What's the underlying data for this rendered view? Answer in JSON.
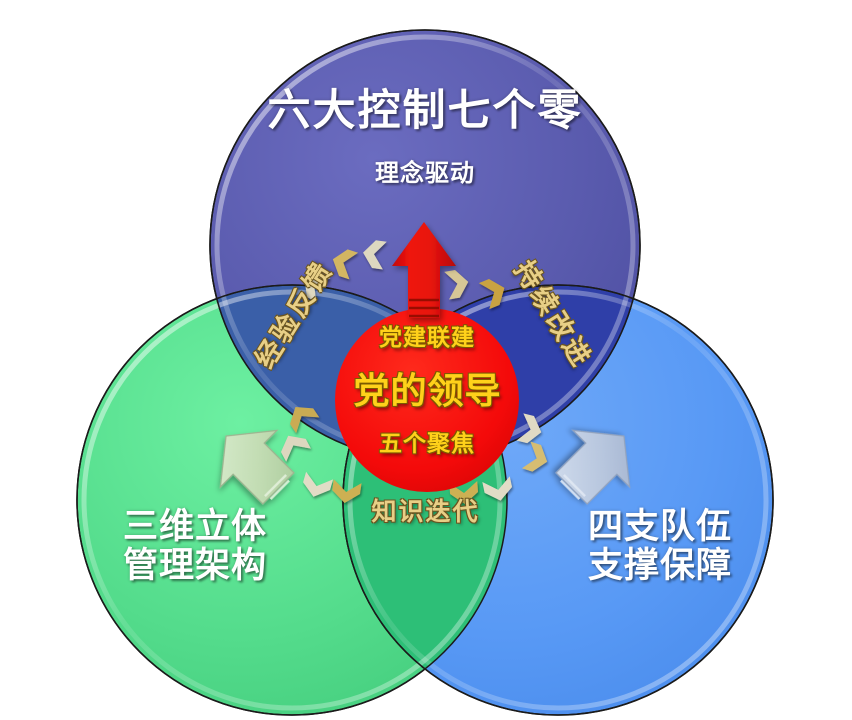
{
  "diagram": {
    "title_top_main": "六大控制七个零",
    "title_top_sub": "理念驱动",
    "title_left": "三维立体\n管理架构",
    "title_right": "四支队伍\n支撑保障",
    "center_top": "党建联建",
    "center_main": "党的领导",
    "center_bottom": "五个聚焦",
    "curve_left": "经验反馈",
    "curve_right": "持续改进",
    "label_bottom": "知识迭代"
  },
  "colors": {
    "purple": "#5A5BAE",
    "green": "#54DC8C",
    "blue": "#5899F5",
    "red": "#F40A0A",
    "overlap_purple_green": "#3A5FA8",
    "overlap_purple_blue": "#2F3FA8",
    "overlap_green_blue": "#2DBF77",
    "gold_text": "#E8CF86",
    "center_text": "#FFD11A",
    "white_text": "#FFFFFF",
    "arrow_up": "#E8140F",
    "arrow_left": "#C3DDB4",
    "arrow_right": "#B7C6DE",
    "background": "#FFFFFF"
  },
  "icons": {
    "up_arrow": "up-arrow",
    "down_left_arrow": "down-left-arrow",
    "down_right_arrow": "down-right-arrow",
    "chevron": "chevron"
  }
}
